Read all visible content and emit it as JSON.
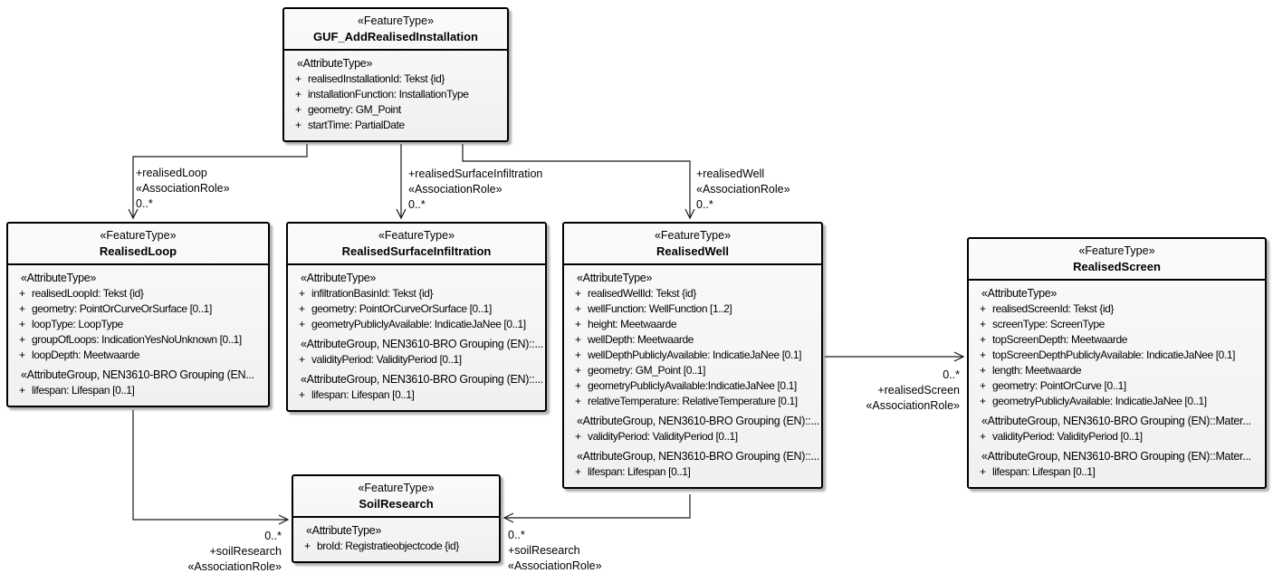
{
  "diagram": {
    "visibility_marker": "+",
    "colors": {
      "background": "#ffffff",
      "box_border": "#000000",
      "box_fill_top": "#fbfbfb",
      "box_fill_bottom": "#f0f0f0",
      "line": "#1a1a1a",
      "text": "#000000",
      "shadow": "#6e6e6e"
    },
    "classes": [
      {
        "stereotype": "«FeatureType»",
        "name": "GUF_AddRealisedInstallation",
        "sections": [
          {
            "header": "«AttributeType»",
            "attrs": [
              "realisedInstallationId: Tekst {id}",
              "installationFunction: InstallationType",
              "geometry: GM_Point",
              "startTime: PartialDate"
            ]
          }
        ]
      },
      {
        "stereotype": "«FeatureType»",
        "name": "RealisedLoop",
        "sections": [
          {
            "header": "«AttributeType»",
            "attrs": [
              "realisedLoopId: Tekst {id}",
              "geometry: PointOrCurveOrSurface [0..1]",
              "loopType: LoopType",
              "groupOfLoops: IndicationYesNoUnknown [0..1]",
              "loopDepth: Meetwaarde"
            ]
          },
          {
            "header": "«AttributeGroup, NEN3610-BRO Grouping (EN...",
            "attrs": [
              "lifespan: Lifespan [0..1]"
            ]
          }
        ]
      },
      {
        "stereotype": "«FeatureType»",
        "name": "RealisedSurfaceInfiltration",
        "sections": [
          {
            "header": "«AttributeType»",
            "attrs": [
              "infiltrationBasinId: Tekst {id}",
              "geometry: PointOrCurveOrSurface [0..1]",
              "geometryPubliclyAvailable: IndicatieJaNee [0..1]"
            ]
          },
          {
            "header": "«AttributeGroup, NEN3610-BRO Grouping (EN)::...",
            "attrs": [
              "validityPeriod: ValidityPeriod [0..1]"
            ]
          },
          {
            "header": "«AttributeGroup, NEN3610-BRO Grouping (EN)::...",
            "attrs": [
              "lifespan: Lifespan [0..1]"
            ]
          }
        ]
      },
      {
        "stereotype": "«FeatureType»",
        "name": "RealisedWell",
        "sections": [
          {
            "header": "«AttributeType»",
            "attrs": [
              "realisedWellId: Tekst {id}",
              "wellFunction: WellFunction [1..2]",
              "height: Meetwaarde",
              "wellDepth: Meetwaarde",
              "wellDepthPubliclyAvailable: IndicatieJaNee [0.1]",
              "geometry: GM_Point [0..1]",
              "geometryPubliclyAvailable:IndicatieJaNee [0.1]",
              "relativeTemperature: RelativeTemperature [0.1]"
            ]
          },
          {
            "header": "«AttributeGroup, NEN3610-BRO Grouping (EN)::...",
            "attrs": [
              "validityPeriod: ValidityPeriod [0..1]"
            ]
          },
          {
            "header": "«AttributeGroup, NEN3610-BRO Grouping (EN)::...",
            "attrs": [
              "lifespan: Lifespan [0..1]"
            ]
          }
        ]
      },
      {
        "stereotype": "«FeatureType»",
        "name": "RealisedScreen",
        "sections": [
          {
            "header": "«AttributeType»",
            "attrs": [
              "realisedScreenId: Tekst {id}",
              "screenType: ScreenType",
              "topScreenDepth: Meetwaarde",
              "topScreenDepthPubliclyAvailable: IndicatieJaNee [0.1]",
              "length: Meetwaarde",
              "geometry: PointOrCurve [0..1]",
              "geometryPubliclyAvailable: IndicatieJaNee [0..1]"
            ]
          },
          {
            "header": "«AttributeGroup, NEN3610-BRO Grouping (EN)::Mater...",
            "attrs": [
              "validityPeriod: ValidityPeriod [0..1]"
            ]
          },
          {
            "header": "«AttributeGroup, NEN3610-BRO Grouping (EN)::Mater...",
            "attrs": [
              "lifespan: Lifespan [0..1]"
            ]
          }
        ]
      },
      {
        "stereotype": "«FeatureType»",
        "name": "SoilResearch",
        "sections": [
          {
            "header": "«AttributeType»",
            "attrs": [
              "broId: Registratieobjectcode {id}"
            ]
          }
        ]
      }
    ],
    "associations": [
      {
        "role": "+realisedLoop",
        "stereotype": "«AssociationRole»",
        "multiplicity": "0..*"
      },
      {
        "role": "+realisedSurfaceInfiltration",
        "stereotype": "«AssociationRole»",
        "multiplicity": "0..*"
      },
      {
        "role": "+realisedWell",
        "stereotype": "«AssociationRole»",
        "multiplicity": "0..*"
      },
      {
        "role": "+realisedScreen",
        "stereotype": "«AssociationRole»",
        "multiplicity": "0..*"
      },
      {
        "role": "+soilResearch",
        "stereotype": "«AssociationRole»",
        "multiplicity": "0..*"
      },
      {
        "role": "+soilResearch",
        "stereotype": "«AssociationRole»",
        "multiplicity": "0..*"
      }
    ]
  }
}
